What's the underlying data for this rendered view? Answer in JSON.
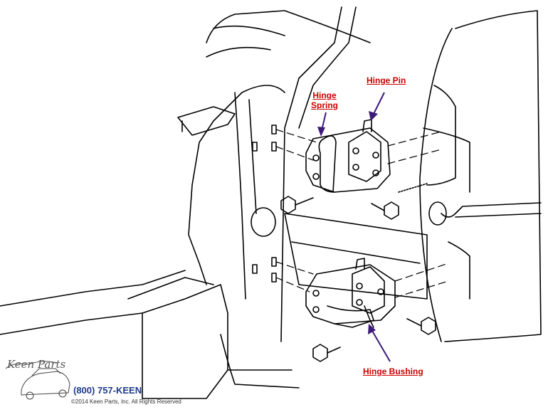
{
  "callouts": {
    "hinge_spring_line1": "Hinge",
    "hinge_spring_line2": "Spring",
    "hinge_pin": "Hinge Pin",
    "hinge_bushing": "Hinge Bushing"
  },
  "footer": {
    "brand": "Keen Parts",
    "phone": "(800) 757-KEEN",
    "copyright": "©2014 Keen Parts, Inc. All Rights Reserved"
  },
  "colors": {
    "label": "#cc0000",
    "arrow": "#3d1a7a",
    "line": "#000000",
    "phone": "#1f3a8a"
  }
}
